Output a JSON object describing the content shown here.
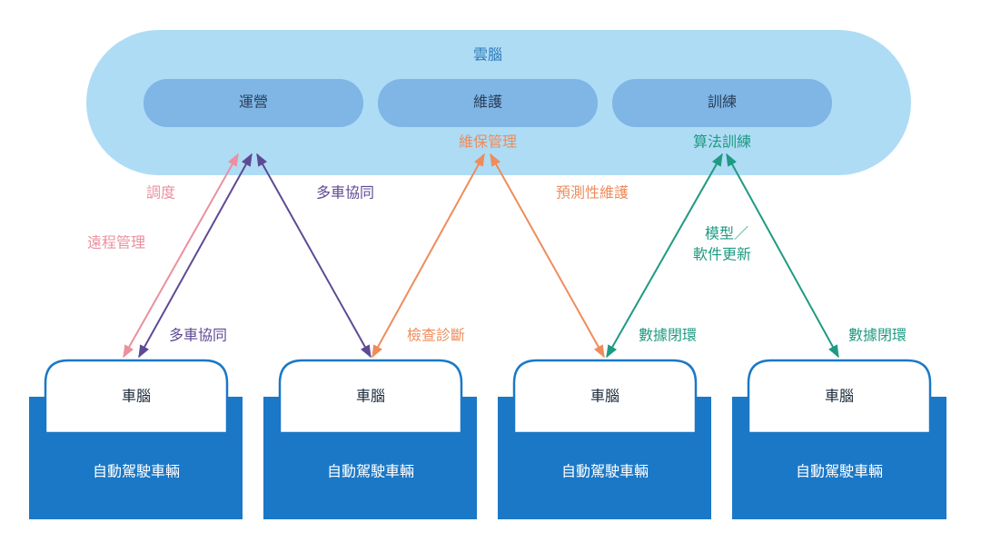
{
  "cloud": {
    "title": "雲腦",
    "modules": [
      {
        "label": "運營"
      },
      {
        "label": "維護"
      },
      {
        "label": "訓練"
      }
    ],
    "sub_labels": {
      "maintenance": "維保管理",
      "training": "算法訓練"
    }
  },
  "links": {
    "dispatch": "調度",
    "remote_mgmt": "遠程管理",
    "multi_car_top": "多車協同",
    "multi_car_bottom": "多車協同",
    "diagnosis": "檢查診斷",
    "predictive": "預測性維護",
    "model_update_1": "模型／",
    "model_update_2": "軟件更新",
    "data_loop_1": "數據閉環",
    "data_loop_2": "數據閉環"
  },
  "vehicles": [
    {
      "brain": "車腦",
      "label": "自動駕駛車輛"
    },
    {
      "brain": "車腦",
      "label": "自動駕駛車輛"
    },
    {
      "brain": "車腦",
      "label": "自動駕駛車輛"
    },
    {
      "brain": "車腦",
      "label": "自動駕駛車輛"
    }
  ],
  "colors": {
    "cloud": "#aedcf5",
    "pill": "#7fb6e6",
    "vehicle": "#1b78c6",
    "pink": "#e9919f",
    "purple": "#5e4a94",
    "orange": "#ee8c5c",
    "teal": "#1f9a82"
  }
}
